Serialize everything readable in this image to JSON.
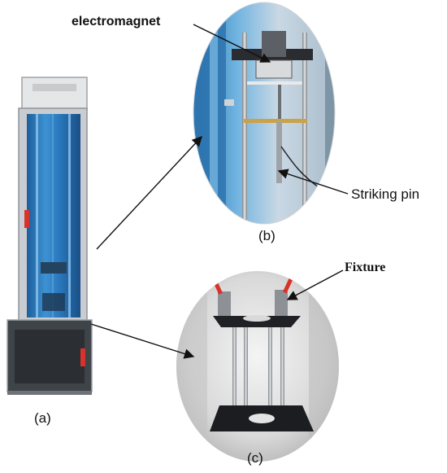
{
  "labels": {
    "electromagnet": "electromagnet",
    "striking_pin": "Striking pin",
    "fixture": "Fixture",
    "panel_a": "(a)",
    "panel_b": "(b)",
    "panel_c": "(c)"
  },
  "colors": {
    "cabinet_blue": "#2f7fc0",
    "frame_gray": "#b9bcbf",
    "base_dark": "#3a3d42",
    "accent_red": "#d8322a",
    "arrow": "#111111"
  }
}
